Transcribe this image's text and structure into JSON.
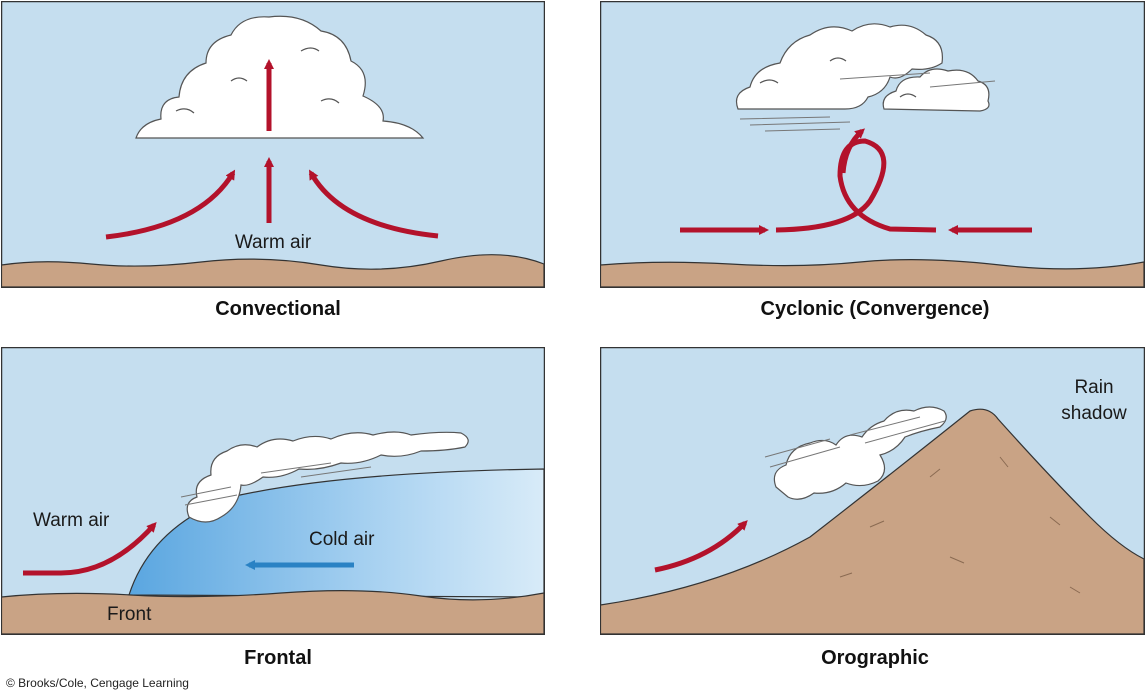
{
  "panels": [
    {
      "id": "convectional",
      "caption": "Convectional",
      "labels": {
        "warm_air": "Warm air"
      }
    },
    {
      "id": "cyclonic",
      "caption": "Cyclonic (Convergence)",
      "labels": {}
    },
    {
      "id": "frontal",
      "caption": "Frontal",
      "labels": {
        "warm_air": "Warm air",
        "cold_air": "Cold air",
        "front": "Front"
      }
    },
    {
      "id": "orographic",
      "caption": "Orographic",
      "labels": {
        "rain": "Rain",
        "shadow": "shadow"
      }
    }
  ],
  "credit": "© Brooks/Cole, Cengage Learning",
  "colors": {
    "sky": "#c5deef",
    "ground": "#c9a385",
    "warm_arrow": "#b3122b",
    "cold_arrow": "#2a82c4",
    "cold_air_mass": "#8ec4ea",
    "mountain": "#c9a385",
    "cloud": "#ffffff",
    "outline": "#333333"
  },
  "icons": [
    "cloud-icon",
    "warm-air-arrow-icon",
    "cold-air-arrow-icon",
    "mountain-icon",
    "ground-icon"
  ]
}
